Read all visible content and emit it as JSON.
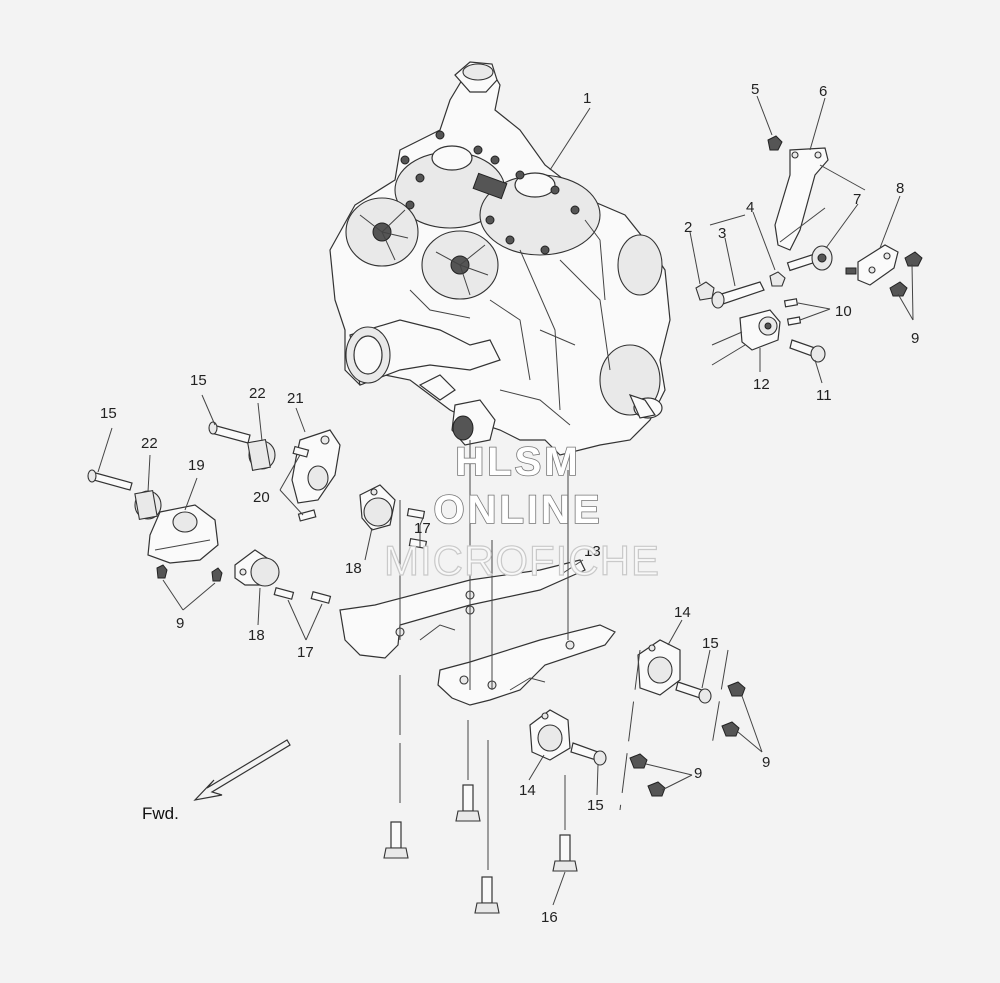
{
  "diagram": {
    "forward_label": "Fwd.",
    "watermark": {
      "line1": "HLSM",
      "line2": "ONLINE",
      "line3": "MICROFICHE"
    },
    "callouts": [
      "1",
      "2",
      "3",
      "4",
      "5",
      "6",
      "7",
      "8",
      "9",
      "10",
      "11",
      "12",
      "13",
      "14",
      "15",
      "16",
      "17",
      "18",
      "19",
      "20",
      "21",
      "22"
    ],
    "extra_callouts": [
      "9",
      "9",
      "9",
      "9",
      "14",
      "15",
      "15",
      "15",
      "17",
      "18",
      "22"
    ]
  }
}
